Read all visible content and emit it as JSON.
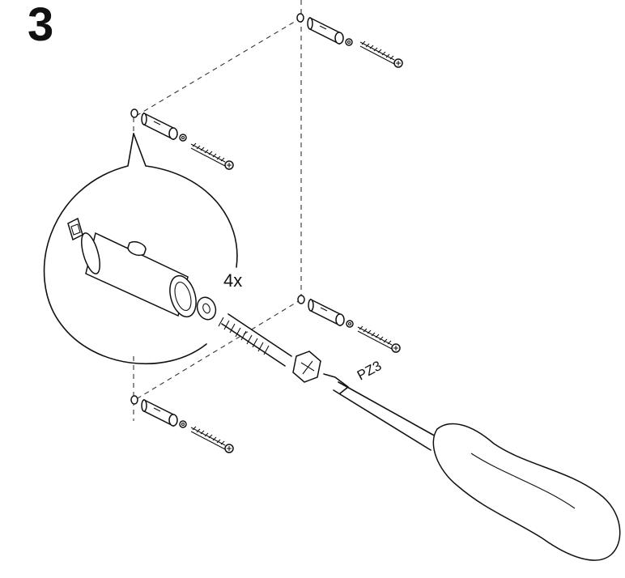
{
  "step": {
    "number": "3"
  },
  "callout": {
    "quantity_label": "4x"
  },
  "tool": {
    "bit_label": "PZ3"
  },
  "colors": {
    "ink": "#111111",
    "background": "#ffffff"
  }
}
